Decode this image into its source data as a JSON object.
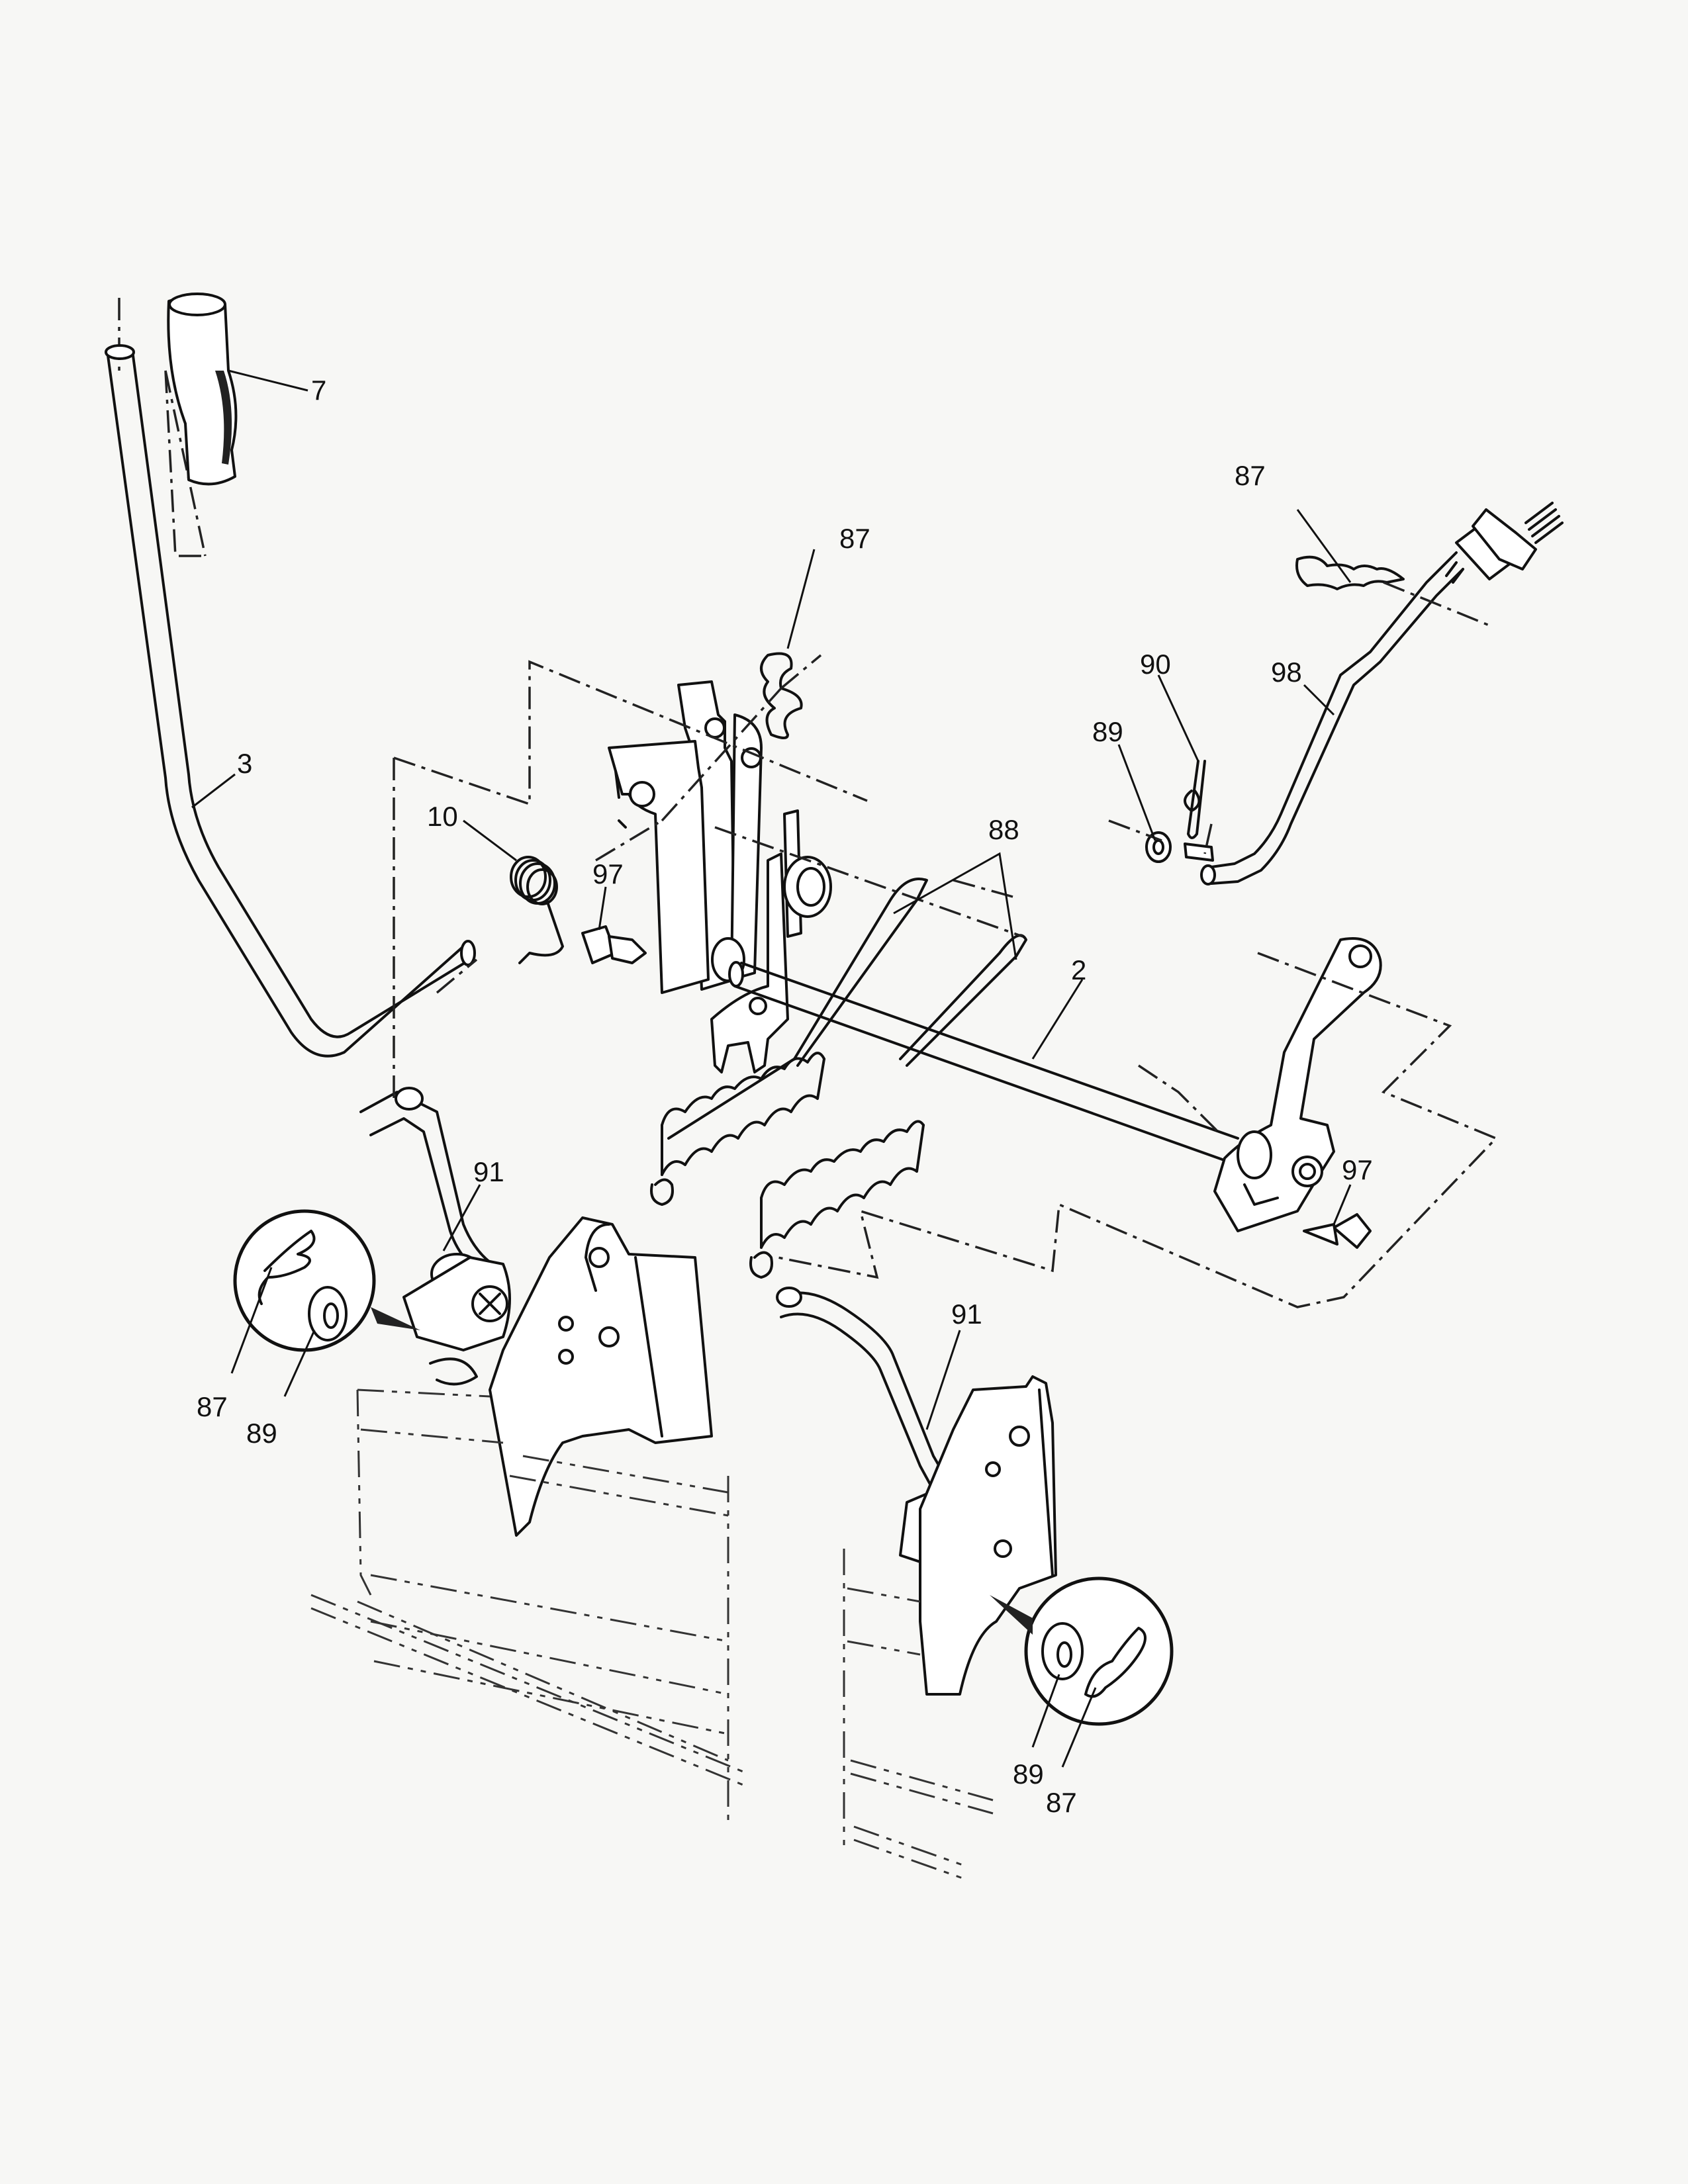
{
  "callouts": {
    "c7": "7",
    "c3": "3",
    "c10": "10",
    "c97a": "97",
    "c87a": "87",
    "c88": "88",
    "c2": "2",
    "c87b": "87",
    "c90": "90",
    "c98": "98",
    "c89a": "89",
    "c97b": "97",
    "c91a": "91",
    "c87c": "87",
    "c89b": "89",
    "c91b": "91",
    "c89c": "89",
    "c87d": "87"
  }
}
